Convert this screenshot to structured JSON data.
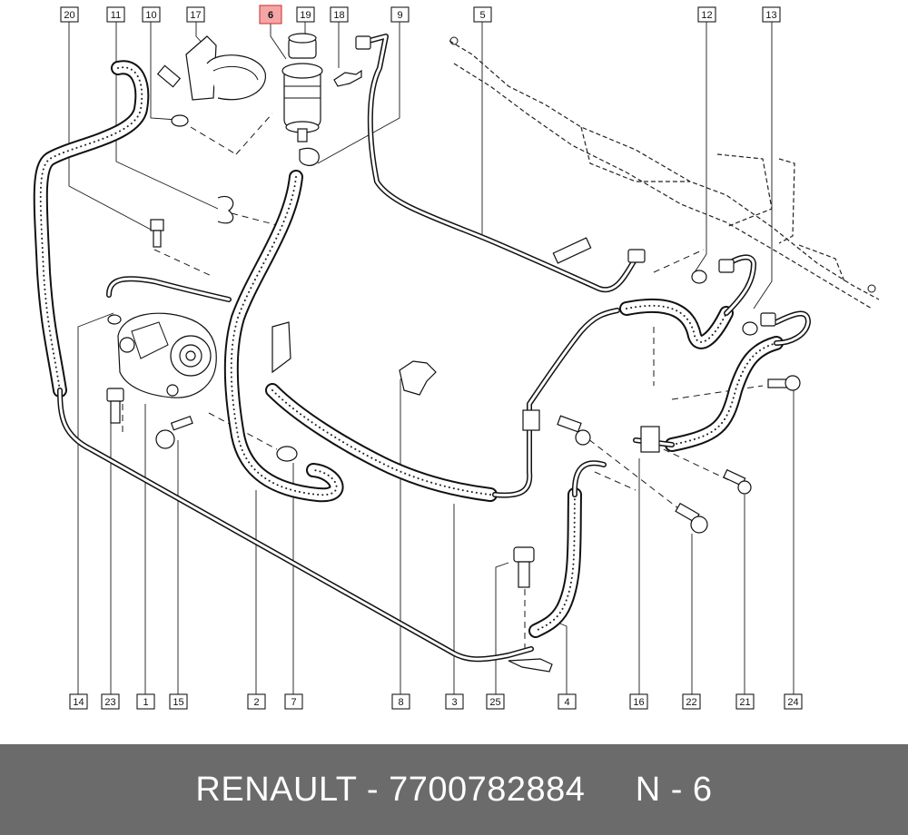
{
  "diagram": {
    "callouts_top": [
      "20",
      "11",
      "10",
      "17",
      "6",
      "19",
      "18",
      "9",
      "5",
      "12",
      "13"
    ],
    "callouts_bottom": [
      "14",
      "23",
      "1",
      "15",
      "2",
      "7",
      "8",
      "3",
      "25",
      "4",
      "16",
      "22",
      "21",
      "24"
    ],
    "highlighted_callout": "6",
    "highlight_color": "#f4a6a6"
  },
  "footer": {
    "brand": "RENAULT",
    "separator": " - ",
    "part_number": "7700782884",
    "position_label": "N - 6",
    "background": "#6b6b6b",
    "text_color": "#ffffff"
  }
}
